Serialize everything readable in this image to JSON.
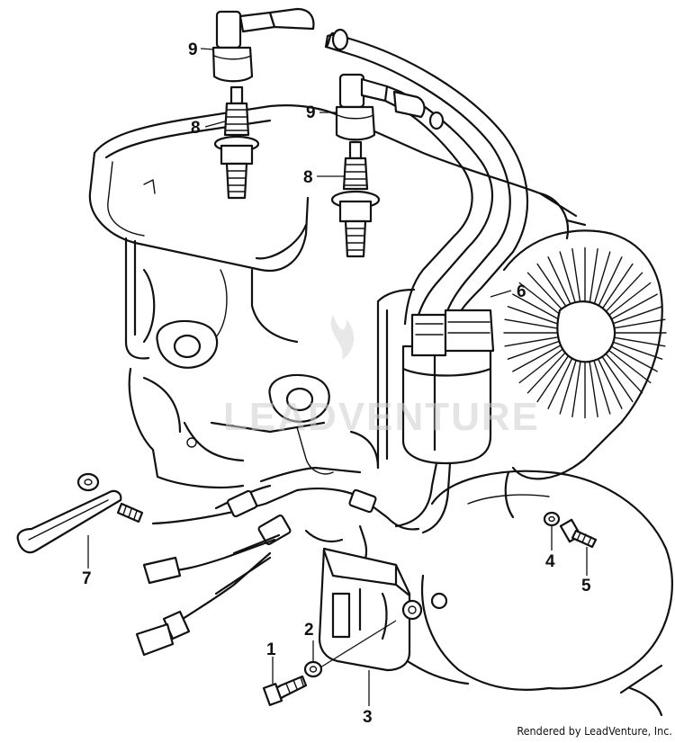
{
  "diagram": {
    "callouts": [
      {
        "id": "c1",
        "label": "1"
      },
      {
        "id": "c2",
        "label": "2"
      },
      {
        "id": "c3",
        "label": "3"
      },
      {
        "id": "c4",
        "label": "4"
      },
      {
        "id": "c5",
        "label": "5"
      },
      {
        "id": "c6",
        "label": "6"
      },
      {
        "id": "c7",
        "label": "7"
      },
      {
        "id": "c8a",
        "label": "8"
      },
      {
        "id": "c8b",
        "label": "8"
      },
      {
        "id": "c9a",
        "label": "9"
      },
      {
        "id": "c9b",
        "label": "9"
      }
    ],
    "watermark": "LEADVENTURE",
    "footer": "Rendered by LeadVenture, Inc."
  }
}
